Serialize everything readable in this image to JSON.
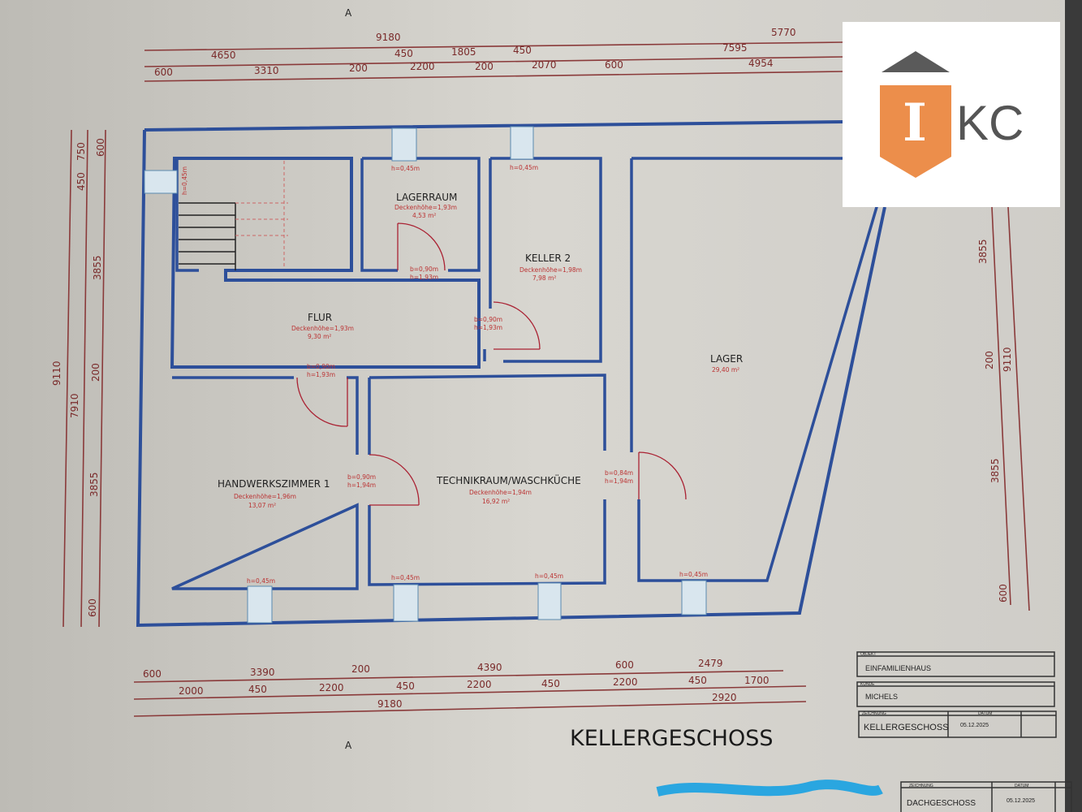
{
  "plan": {
    "title": "KELLERGESCHOSS",
    "section_marker": "A"
  },
  "rooms": [
    {
      "name": "LAGERRAUM",
      "ceiling": "Deckenhöhe=1,93m",
      "area": "4,53 m²"
    },
    {
      "name": "KELLER 2",
      "ceiling": "Deckenhöhe=1,98m",
      "area": "7,98 m²"
    },
    {
      "name": "FLUR",
      "ceiling": "Deckenhöhe=1,93m",
      "area": "9,30 m²"
    },
    {
      "name": "LAGER",
      "area": "29,40 m²"
    },
    {
      "name": "HANDWERKSZIMMER 1",
      "ceiling": "Deckenhöhe=1,96m",
      "area": "13,07 m²"
    },
    {
      "name": "TECHNIKRAUM/WASCHKÜCHE",
      "ceiling": "Deckenhöhe=1,94m",
      "area": "16,92 m²"
    }
  ],
  "doors": [
    {
      "b": "b=0,90m",
      "h": "h=1,93m"
    },
    {
      "b": "b=0,90m",
      "h": "h=1,93m"
    },
    {
      "b": "b=0,90m",
      "h": "h=1,93m"
    },
    {
      "b": "b=0,90m",
      "h": "h=1,94m"
    },
    {
      "b": "b=0,84m",
      "h": "h=1,94m"
    }
  ],
  "window_height": "h=0,45m",
  "dims": {
    "top": [
      [
        "9180",
        "5770"
      ],
      [
        "4650",
        "450",
        "1805",
        "450",
        "7595"
      ],
      [
        "600",
        "3310",
        "200",
        "2200",
        "200",
        "2070",
        "600",
        "4954"
      ]
    ],
    "bottom": [
      [
        "600",
        "3390",
        "200",
        "4390",
        "600",
        "2479"
      ],
      [
        "2000",
        "450",
        "2200",
        "450",
        "2200",
        "450",
        "2200",
        "450",
        "1700"
      ],
      [
        "9180",
        "2920"
      ]
    ],
    "left": [
      "9110",
      "7910",
      "750",
      "450",
      "3855",
      "200",
      "3855",
      "600",
      "600"
    ],
    "right": [
      "3855",
      "200",
      "9110",
      "3855",
      "600"
    ]
  },
  "title_block": {
    "object_label": "OBJEKT",
    "object": "EINFAMILIENHAUS",
    "client_label": "KUNDE",
    "client": "MICHELS",
    "drawing_label": "ZEICHNUNG",
    "drawing": "KELLERGESCHOSS",
    "date_label": "DATUM",
    "date": "05.12.2025"
  },
  "title_block_2": {
    "drawing_label": "ZEICHNUNG",
    "drawing": "DACHGESCHOSS",
    "date_label": "DATUM",
    "date": "05.12.2025"
  },
  "logo": {
    "letter": "I",
    "text": "KC",
    "accent": "#ec8e4b",
    "roof": "#5a5a5a"
  }
}
